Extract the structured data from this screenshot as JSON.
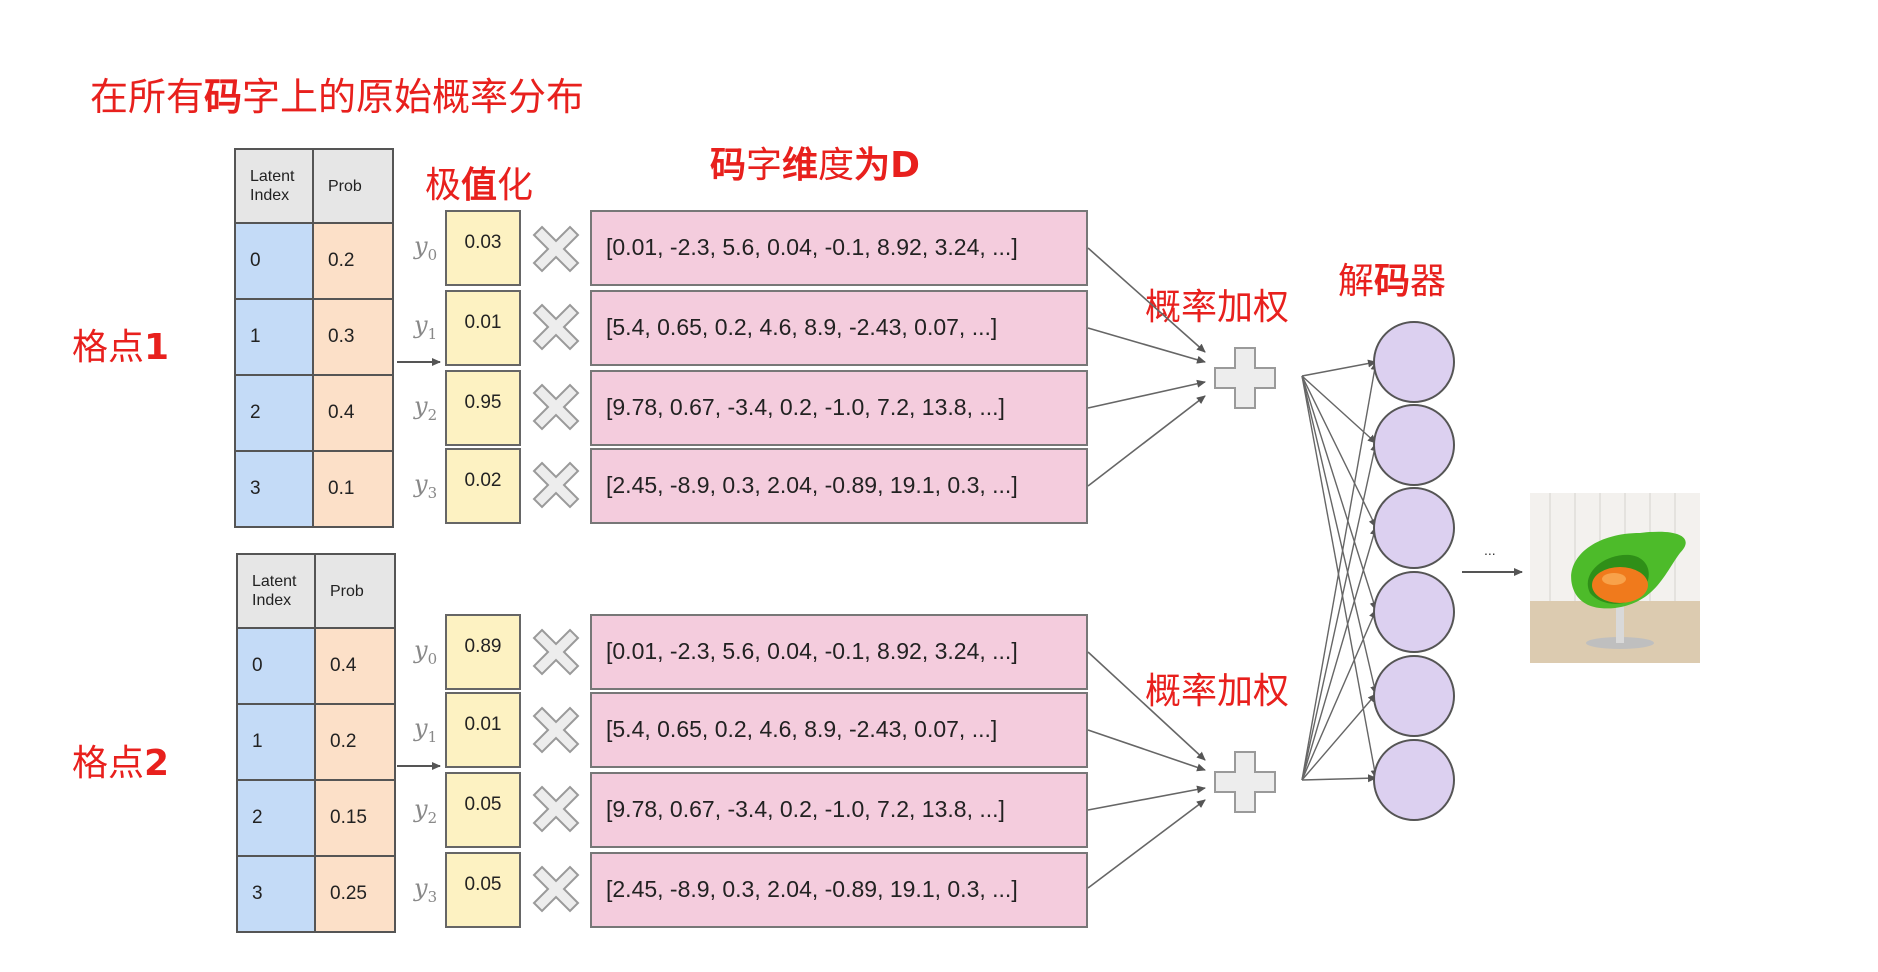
{
  "title": {
    "part1": "在所有",
    "bold": "码",
    "part2": "字上的原始概率分布"
  },
  "argmax_label": {
    "part1": "极",
    "bold": "值",
    "part2": "化"
  },
  "codeword_dim_label": {
    "bold1": "码",
    "part1": "字",
    "bold2": "维",
    "part2": "度",
    "bold3": "为D"
  },
  "decoder_label": {
    "part1": "解",
    "bold": "码",
    "part2": "器"
  },
  "weighting_label": "概率加权",
  "table_header": {
    "index": "Latent Index",
    "prob": "Prob"
  },
  "grids": [
    {
      "label": {
        "text": "格点",
        "bold": "1"
      },
      "rows": [
        {
          "index": "0",
          "prob": "0.2",
          "y_sym": "y",
          "y_sub": "0",
          "y_val": "0.03",
          "vector": "[0.01, -2.3, 5.6, 0.04, -0.1, 8.92, 3.24, ...]"
        },
        {
          "index": "1",
          "prob": "0.3",
          "y_sym": "y",
          "y_sub": "1",
          "y_val": "0.01",
          "vector": "[5.4, 0.65, 0.2, 4.6, 8.9, -2.43, 0.07, ...]"
        },
        {
          "index": "2",
          "prob": "0.4",
          "y_sym": "y",
          "y_sub": "2",
          "y_val": "0.95",
          "vector": "[9.78, 0.67, -3.4, 0.2, -1.0, 7.2, 13.8, ...]"
        },
        {
          "index": "3",
          "prob": "0.1",
          "y_sym": "y",
          "y_sub": "3",
          "y_val": "0.02",
          "vector": "[2.45, -8.9, 0.3, 2.04, -0.89, 19.1, 0.3, ...]"
        }
      ]
    },
    {
      "label": {
        "text": "格点",
        "bold": "2"
      },
      "rows": [
        {
          "index": "0",
          "prob": "0.4",
          "y_sym": "y",
          "y_sub": "0",
          "y_val": "0.89",
          "vector": "[0.01, -2.3, 5.6, 0.04, -0.1, 8.92, 3.24, ...]"
        },
        {
          "index": "1",
          "prob": "0.2",
          "y_sym": "y",
          "y_sub": "1",
          "y_val": "0.01",
          "vector": "[5.4, 0.65, 0.2, 4.6, 8.9, -2.43, 0.07, ...]"
        },
        {
          "index": "2",
          "prob": "0.15",
          "y_sym": "y",
          "y_sub": "2",
          "y_val": "0.05",
          "vector": "[9.78, 0.67, -3.4, 0.2, -1.0, 7.2, 13.8, ...]"
        },
        {
          "index": "3",
          "prob": "0.25",
          "y_sym": "y",
          "y_sub": "3",
          "y_val": "0.05",
          "vector": "[2.45, -8.9, 0.3, 2.04, -0.89, 19.1, 0.3, ...]"
        }
      ]
    }
  ],
  "output_ellipsis": "...",
  "colors": {
    "accent_red": "#e8201d",
    "index_cell": "#c4dbf7",
    "prob_cell": "#fce0c8",
    "y_cell": "#fdf2c2",
    "vector_cell": "#f4ccdd",
    "neuron": "#dcd0f0",
    "header_cell": "#e6e6e6"
  },
  "icons": {
    "multiply": "times-icon",
    "sum": "plus-icon",
    "output": "chair-image"
  }
}
